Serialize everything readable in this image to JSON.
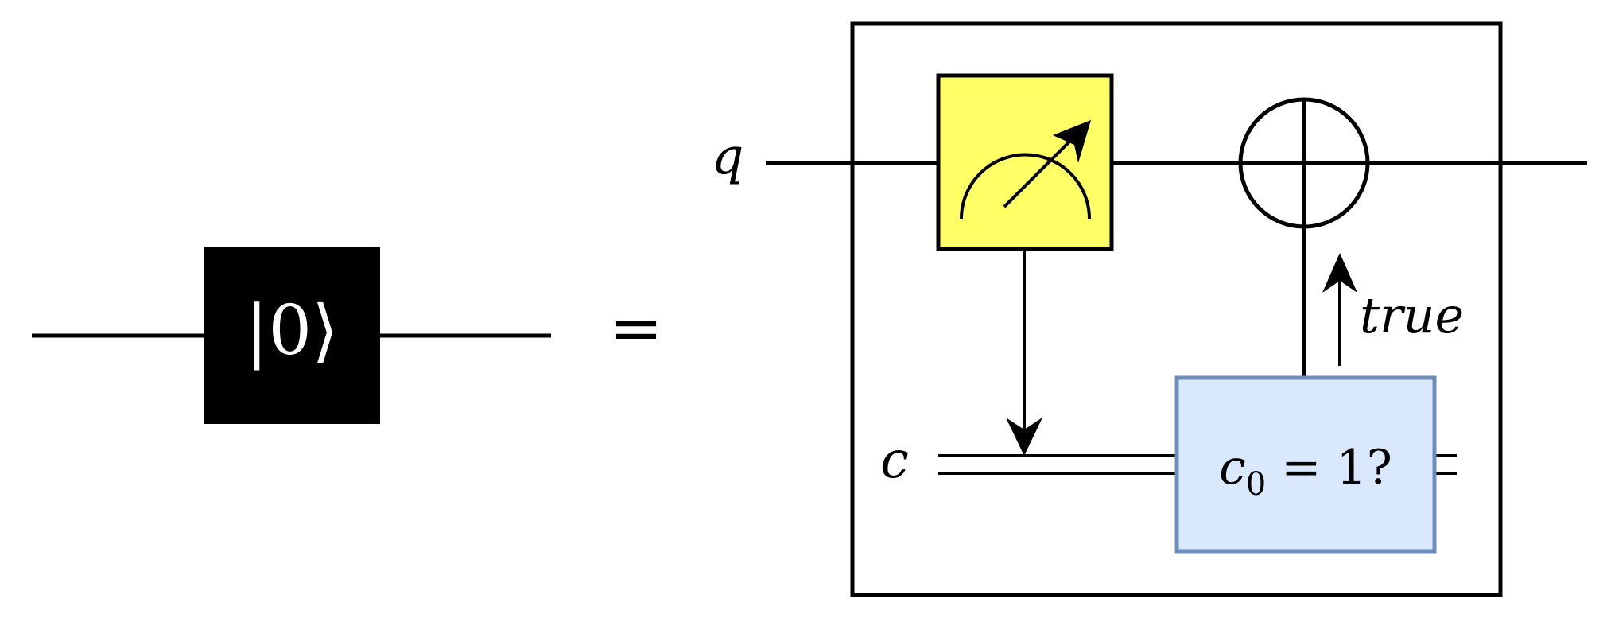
{
  "left_gate": {
    "label": "|0⟩",
    "fill": "#000000",
    "text_color": "#ffffff"
  },
  "equals_sign": "=",
  "right_circuit": {
    "quantum_wire_label": "q",
    "classical_wire_label": "c",
    "measure_box_fill": "#ffff66",
    "condition": {
      "label_main": "c",
      "label_sub": "0",
      "label_rest": " = 1?",
      "fill": "#dae8fc",
      "border": "#6c8ebf"
    },
    "condition_branch_label": "true",
    "gate": "xor-plus"
  }
}
